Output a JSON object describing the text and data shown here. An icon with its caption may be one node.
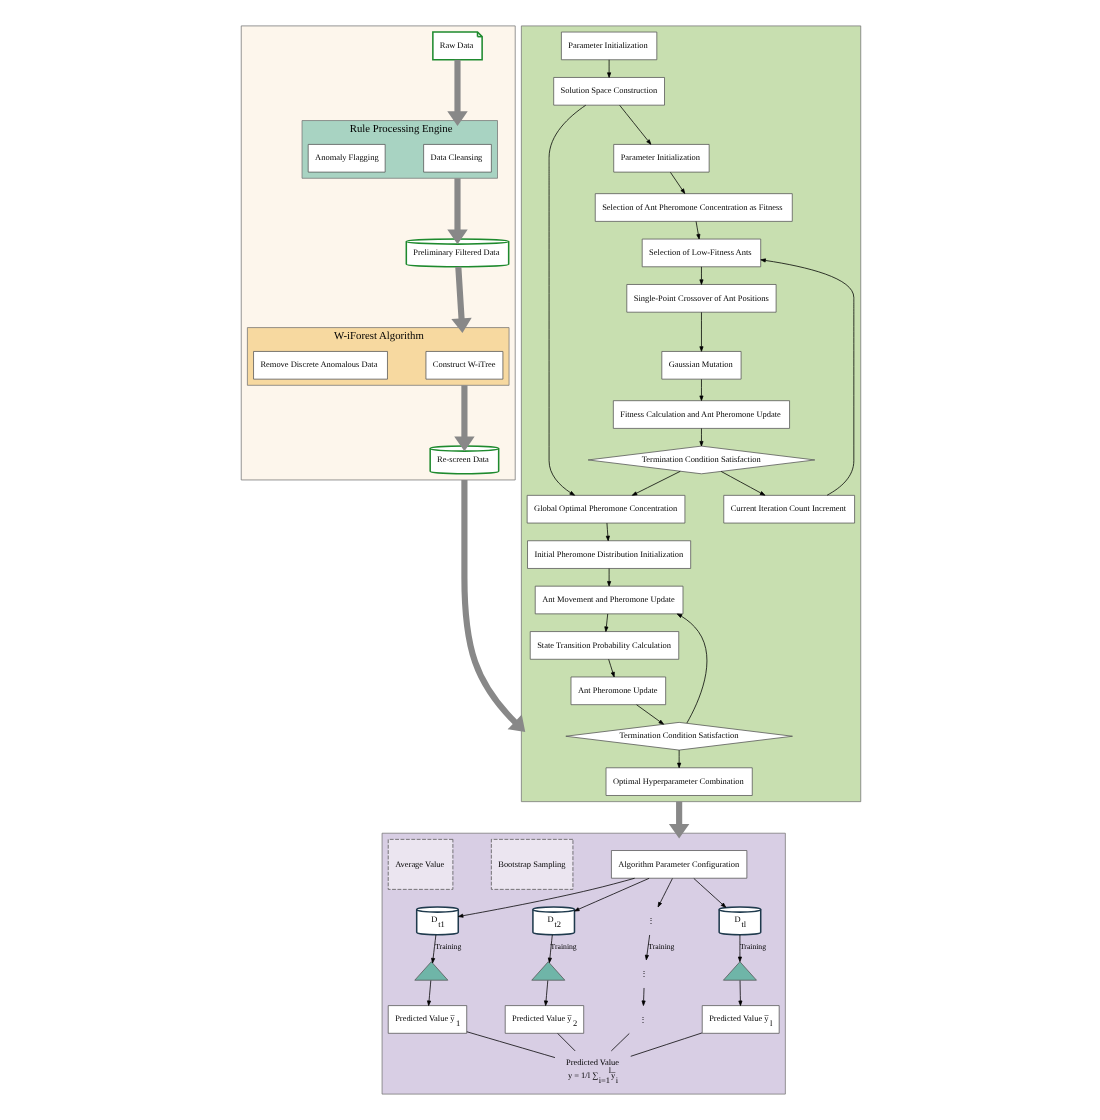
{
  "diagram": {
    "nodes": [
      {
        "text": [],
        "shape": "box"
      },
      {
        "text": [
          "Raw Data"
        ],
        "in": 0
      },
      {
        "text": [
          "Rule Processing Engine"
        ],
        "in": 0
      },
      {
        "text": [
          "Data Cleansing"
        ],
        "in": 2
      },
      {
        "text": [
          "Anomaly Flagging"
        ],
        "in": 2
      },
      {
        "text": [
          "Preliminary Filtered Data"
        ],
        "in": 0
      },
      {
        "text": [
          "W-iForest Algorithm"
        ],
        "in": 0
      },
      {
        "text": [
          "Construct W-iTree"
        ],
        "in": 6
      },
      {
        "text": [
          "Remove Discrete Anomalous Data"
        ],
        "in": 6
      },
      {
        "text": [
          "Re-screen Data"
        ],
        "in": 0
      },
      {
        "text": [],
        "shape": "box"
      },
      {
        "text": [
          "Parameter Initialization"
        ],
        "in": 10
      },
      {
        "text": [
          "Solution Space Construction"
        ],
        "in": 10
      },
      {
        "text": [
          "Global Optimal Pheromone Concentration"
        ],
        "in": 10
      },
      {
        "text": [
          "Initial Pheromone Distribution Initialization"
        ],
        "in": 10
      },
      {
        "text": [
          "Ant Movement and Pheromone Update"
        ],
        "in": 10
      },
      {
        "text": [
          "State Transition Probability Calculation"
        ],
        "in": 10
      },
      {
        "text": [
          "Ant Pheromone Update"
        ],
        "in": 10
      },
      {
        "text": [
          "Termination Condition Satisfaction"
        ],
        "in": 10
      },
      {
        "text": [
          "Optimal Hyperparameter Combination"
        ],
        "in": 10
      },
      {
        "text": [
          "Parameter Initialization"
        ],
        "in": 10
      },
      {
        "text": [
          "Selection of Ant Pheromone Concentration as Fitness"
        ],
        "in": 10
      },
      {
        "text": [
          "Selection of Low-Fitness Ants"
        ],
        "in": 10
      },
      {
        "text": [
          "Single-Point Crossover of Ant Positions"
        ],
        "in": 10
      },
      {
        "text": [
          "Gaussian Mutation"
        ],
        "in": 10
      },
      {
        "text": [
          "Fitness Calculation and Ant Pheromone Update"
        ],
        "in": 10
      },
      {
        "text": [
          "Termination Condition Satisfaction"
        ],
        "in": 10
      },
      {
        "text": [
          "Current Iteration Count Increment"
        ],
        "in": 10
      },
      {
        "text": [],
        "shape": "box"
      },
      {
        "text": [
          "Algorithm Parameter Configuration"
        ],
        "in": 28
      },
      {
        "text": [
          "Bootstrap Sampling"
        ],
        "in": 28
      },
      {
        "text": [
          "D$_{t1}$"
        ],
        "in": 28
      },
      {
        "text": [],
        "shape": "tree",
        "in": 28
      },
      {
        "text": [
          "Predicted Value y̅$_{1}$"
        ],
        "in": 28
      },
      {
        "text": [
          "D$_{t2}$"
        ],
        "in": 28
      },
      {
        "text": [],
        "shape": "tree",
        "in": 28
      },
      {
        "text": [
          "Predicted Value y̅$_{2}$"
        ],
        "in": 28
      },
      {
        "text": [
          "⋮"
        ],
        "in": 28
      },
      {
        "text": [
          "⋮"
        ],
        "in": 28
      },
      {
        "text": [
          "⋮"
        ],
        "in": 28
      },
      {
        "text": [
          "D$_{tl}$"
        ],
        "in": 28
      },
      {
        "text": [],
        "shape": "tree",
        "in": 28
      },
      {
        "text": [
          "Predicted Value y̅$_{l}$"
        ],
        "in": 28
      },
      {
        "text": [
          "Average Value"
        ],
        "in": 28
      },
      {
        "text": [
          "Predicted Value",
          "y = 1/l ∑$_{i=1}$$^{l}$y̅$_{i}$"
        ],
        "in": 28
      }
    ],
    "edges": [
      {
        "from": 1,
        "to": 2,
        "arrow": "to",
        "style": "thick",
        "color": "#888888"
      },
      {
        "from": 2,
        "to": 5,
        "arrow": "to",
        "style": "thick",
        "color": "#888888"
      },
      {
        "from": 5,
        "to": 6,
        "arrow": "to",
        "style": "thick",
        "color": "#888888"
      },
      {
        "from": 6,
        "to": 9,
        "arrow": "to",
        "style": "thick",
        "color": "#888888"
      },
      {
        "from": 0,
        "to": 10,
        "arrow": "to",
        "style": "thick",
        "color": "#888888"
      },
      {
        "from": 11,
        "to": 12,
        "arrow": "to"
      },
      {
        "from": 12,
        "to": 13,
        "arrow": "to"
      },
      {
        "from": 13,
        "to": 14,
        "arrow": "to"
      },
      {
        "from": 14,
        "to": 15,
        "arrow": "to"
      },
      {
        "from": 15,
        "to": 16,
        "arrow": "to"
      },
      {
        "from": 16,
        "to": 17,
        "arrow": "to"
      },
      {
        "from": 17,
        "to": 18,
        "arrow": "to"
      },
      {
        "from": 18,
        "to": 19,
        "arrow": "to"
      },
      {
        "from": 18,
        "to": 15,
        "arrow": "to"
      },
      {
        "from": 12,
        "to": 20,
        "arrow": "to"
      },
      {
        "from": 20,
        "to": 21,
        "arrow": "to"
      },
      {
        "from": 21,
        "to": 22,
        "arrow": "to"
      },
      {
        "from": 22,
        "to": 23,
        "arrow": "to"
      },
      {
        "from": 23,
        "to": 24,
        "arrow": "to"
      },
      {
        "from": 24,
        "to": 25,
        "arrow": "to"
      },
      {
        "from": 25,
        "to": 26,
        "arrow": "to"
      },
      {
        "from": 26,
        "to": 13,
        "arrow": "to"
      },
      {
        "from": 26,
        "to": 27,
        "arrow": "to"
      },
      {
        "from": 27,
        "to": 22,
        "arrow": "to"
      },
      {
        "from": 10,
        "to": 28,
        "arrow": "to",
        "style": "thick",
        "color": "#888888"
      },
      {
        "from": 29,
        "to": 31,
        "arrow": "to"
      },
      {
        "from": 29,
        "to": 34,
        "arrow": "to"
      },
      {
        "from": 29,
        "to": 37,
        "arrow": "to"
      },
      {
        "from": 29,
        "to": 40,
        "arrow": "to"
      },
      {
        "from": 31,
        "to": 32,
        "arrow": "to",
        "label": "Training"
      },
      {
        "from": 32,
        "to": 33,
        "arrow": "to"
      },
      {
        "from": 34,
        "to": 35,
        "arrow": "to",
        "label": "Training"
      },
      {
        "from": 35,
        "to": 36,
        "arrow": "to"
      },
      {
        "from": 37,
        "to": 38,
        "arrow": "to",
        "label": "Training"
      },
      {
        "from": 38,
        "to": 39,
        "arrow": "to"
      },
      {
        "from": 40,
        "to": 41,
        "arrow": "to",
        "label": "Training"
      },
      {
        "from": 41,
        "to": 42,
        "arrow": "to"
      },
      {
        "from": 33,
        "to": 44,
        "arrow": "none"
      },
      {
        "from": 36,
        "to": 44,
        "arrow": "none"
      },
      {
        "from": 39,
        "to": 44,
        "arrow": "none"
      },
      {
        "from": 42,
        "to": 44,
        "arrow": "none"
      }
    ]
  }
}
